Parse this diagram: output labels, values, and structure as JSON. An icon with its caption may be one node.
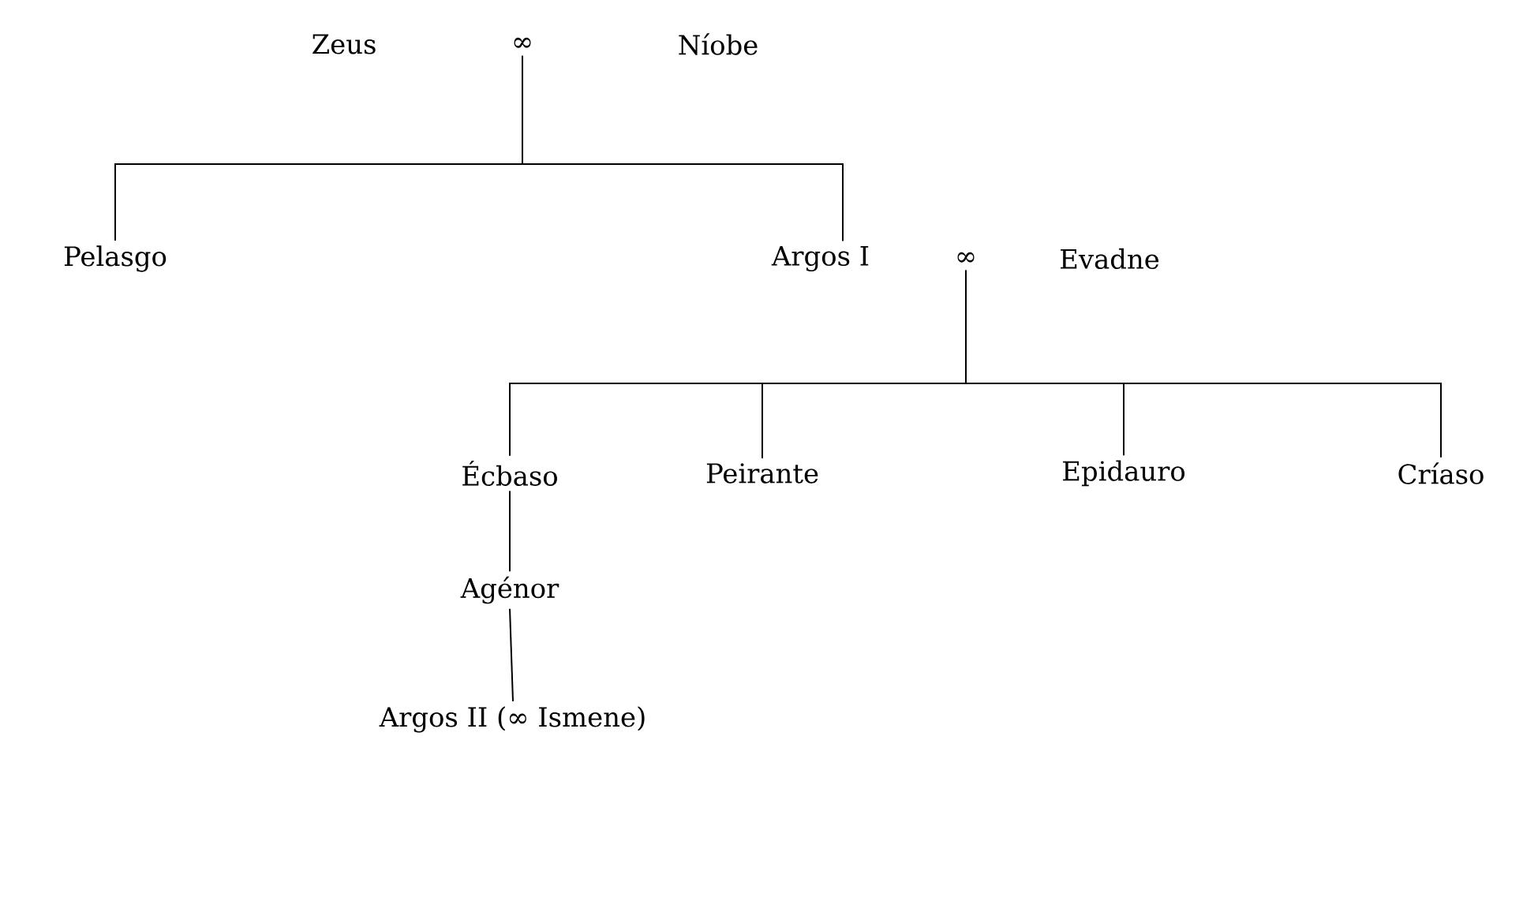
{
  "diagram": {
    "nodes": [
      {
        "text": [
          "Zeus"
        ]
      },
      {
        "text": [
          "∞"
        ]
      },
      {
        "text": [
          "Níobe"
        ]
      },
      {
        "text": [
          "Pelasgo"
        ]
      },
      {
        "text": [
          "Argos I"
        ]
      },
      {
        "text": [
          "∞"
        ]
      },
      {
        "text": [
          "Evadne"
        ]
      },
      {
        "text": [
          "Écbaso"
        ]
      },
      {
        "text": [
          "Peirante"
        ]
      },
      {
        "text": [
          "Epidauro"
        ]
      },
      {
        "text": [
          "Críaso"
        ]
      },
      {
        "text": [
          "Agénor"
        ]
      },
      {
        "text": [
          "Argos II (∞ Ismene)"
        ]
      }
    ],
    "edges": [
      {
        "from": 1,
        "to": 3,
        "arrow": "none"
      },
      {
        "from": 1,
        "to": 4,
        "arrow": "none"
      },
      {
        "from": 5,
        "to": 7,
        "arrow": "none"
      },
      {
        "from": 5,
        "to": 8,
        "arrow": "none"
      },
      {
        "from": 5,
        "to": 9,
        "arrow": "none"
      },
      {
        "from": 5,
        "to": 10,
        "arrow": "none"
      },
      {
        "from": 7,
        "to": 11,
        "arrow": "none"
      },
      {
        "from": 11,
        "to": 12,
        "arrow": "none"
      }
    ]
  }
}
